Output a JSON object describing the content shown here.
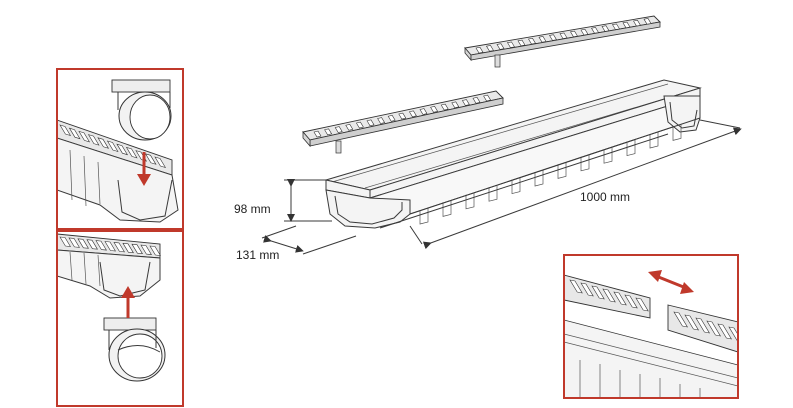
{
  "dimensions": {
    "height_label": "98 mm",
    "width_label": "131 mm",
    "length_label": "1000 mm"
  },
  "colors": {
    "frame": "#c0392b",
    "arrow": "#c0392b",
    "line": "#3a3a3a"
  },
  "insets": {
    "top_left": "end-cap-insertion-top",
    "bottom_left": "end-cap-insertion-bottom",
    "bottom_right": "grate-sliding-detail"
  }
}
